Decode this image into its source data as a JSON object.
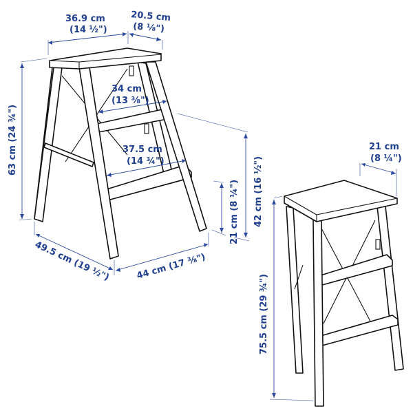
{
  "dimensions": {
    "large_stool": {
      "seat_width": {
        "metric": "36.9 cm",
        "imperial": "(14 ½\")"
      },
      "seat_depth": {
        "metric": "20.5 cm",
        "imperial": "(8 ⅛\")"
      },
      "upper_step_width": {
        "metric": "34 cm",
        "imperial": "(13 ⅜\")"
      },
      "lower_step_width": {
        "metric": "37.5 cm",
        "imperial": "(14 ¾\")"
      },
      "height": "63 cm (24 ¾\")",
      "upper_step_height": "42 cm (16 ½\")",
      "lower_step_height": "21 cm (8 ¼\")",
      "base_width": "49.5 cm (19 ½\")",
      "base_depth": "44 cm (17 ⅜\")"
    },
    "folded_stool": {
      "depth": {
        "metric": "21 cm",
        "imperial": "(8 ¼\")"
      },
      "height": "75.5 cm (29 ¾\")"
    }
  },
  "colors": {
    "dimension": "#1f3f8f",
    "outline": "#111111"
  }
}
